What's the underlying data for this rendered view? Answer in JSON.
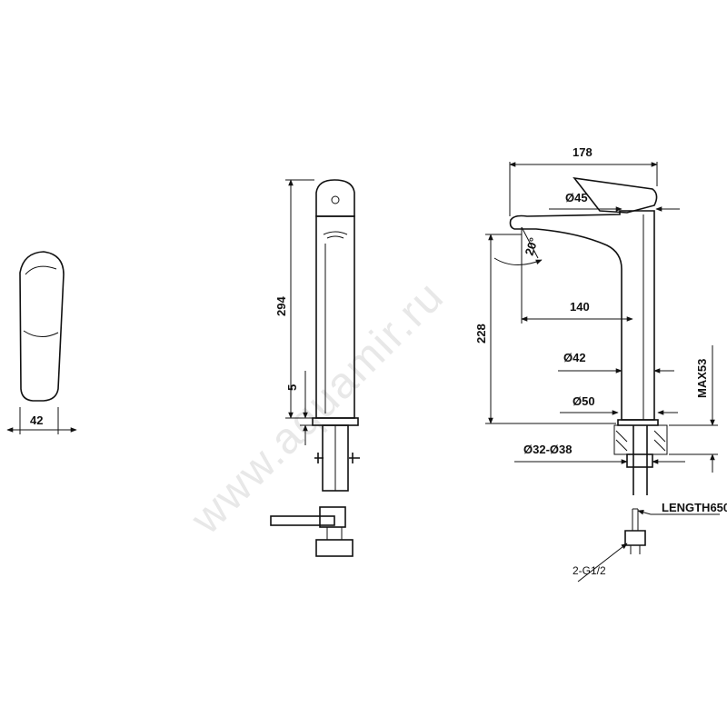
{
  "watermark": "www.aquamir.ru",
  "side_view": {
    "width_label": "42"
  },
  "front_view": {
    "height_label": "294",
    "small_label": "5"
  },
  "profile_view": {
    "length_label": "178",
    "handle_dia_label": "Ø45",
    "angle_label": "20°",
    "reach_label": "140",
    "spout_height_label": "228",
    "body_dia_label": "Ø42",
    "base_dia_label": "Ø50",
    "max_label": "MAX53",
    "hole_label": "Ø32-Ø38",
    "hose_label": "LENGTH650",
    "connection_label": "2-G1/2"
  }
}
